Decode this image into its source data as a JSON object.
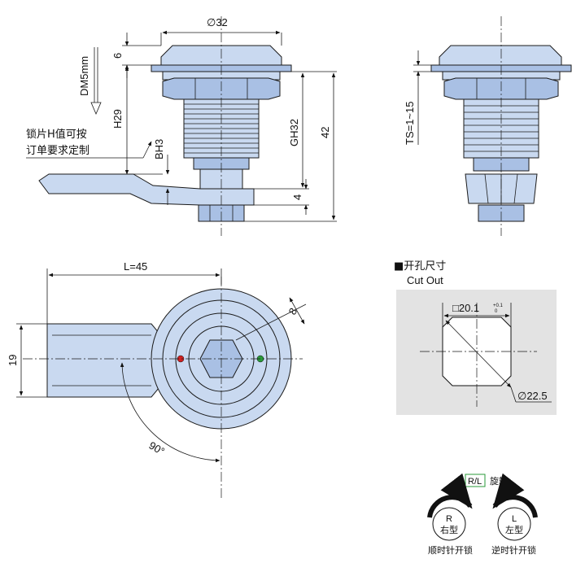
{
  "front_view": {
    "dim_diameter": "∅32",
    "dim_6": "6",
    "dim_h29": "H29",
    "dim_bh3": "BH3",
    "dim_gh32": "GH32",
    "dim_42": "42",
    "dim_4": "4",
    "dim_dm5": "DM5mm",
    "note_line1": "锁片H值可按",
    "note_line2": "订单要求定制"
  },
  "side_view": {
    "dim_ts": "TS=1~15"
  },
  "top_view": {
    "dim_l": "L=45",
    "dim_19": "19",
    "dim_8": "8",
    "dim_angle": "90°"
  },
  "cutout": {
    "title_cn": "■开孔尺寸",
    "title_en": "Cut Out",
    "dim_square": "□20.1",
    "tol_upper": "+0.1",
    "tol_lower": "0",
    "dim_diag": "∅22.5"
  },
  "rotation": {
    "label_rl": "R/L",
    "label_rotate": "旋转",
    "right_letter": "R",
    "right_type": "右型",
    "right_desc": "顺时针开锁",
    "left_letter": "L",
    "left_type": "左型",
    "left_desc": "逆时针开锁"
  }
}
